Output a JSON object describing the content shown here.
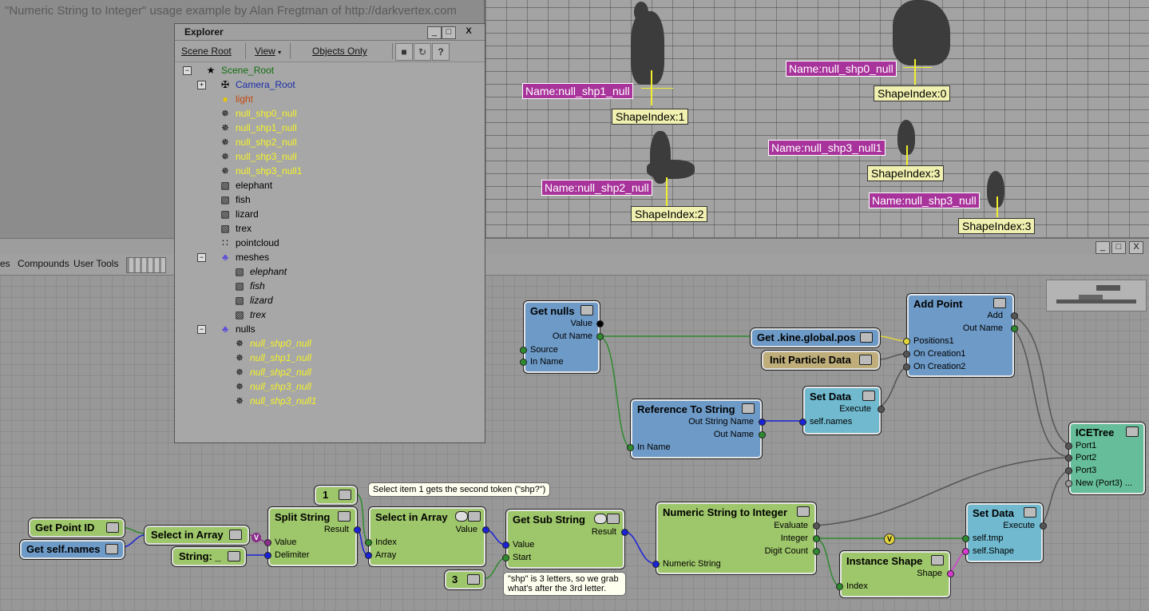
{
  "viewport": {
    "title": "\"Numeric String to Integer\" usage example by Alan Fregtman of http://darkvertex.com",
    "labels": [
      {
        "name": "Name:null_shp1_null",
        "shape": "ShapeIndex:1"
      },
      {
        "name": "Name:null_shp0_null",
        "shape": "ShapeIndex:0"
      },
      {
        "name": "Name:null_shp3_null1",
        "shape": "ShapeIndex:3"
      },
      {
        "name": "Name:null_shp2_null",
        "shape": "ShapeIndex:2"
      },
      {
        "name": "Name:null_shp3_null",
        "shape": "ShapeIndex:3"
      }
    ]
  },
  "toolbar": {
    "items": [
      "es",
      "Compounds",
      "User Tools"
    ],
    "window_buttons": [
      "_",
      "□",
      "X"
    ]
  },
  "explorer": {
    "title": "Explorer",
    "window_buttons": [
      "_",
      "□",
      "X"
    ],
    "scope_button": "Scene Root",
    "view_button": "View",
    "filter_button": "Objects Only",
    "help_icon": "?",
    "tree": [
      {
        "label": "Scene_Root",
        "color": "#0f6e0f",
        "italic": false
      },
      {
        "label": "Camera_Root",
        "color": "#1c2fa8",
        "italic": false
      },
      {
        "label": "light",
        "color": "#c24a10",
        "italic": false
      },
      {
        "label": "null_shp0_null",
        "color": "#f4f22a",
        "italic": false
      },
      {
        "label": "null_shp1_null",
        "color": "#f4f22a",
        "italic": false
      },
      {
        "label": "null_shp2_null",
        "color": "#f4f22a",
        "italic": false
      },
      {
        "label": "null_shp3_null",
        "color": "#f4f22a",
        "italic": false
      },
      {
        "label": "null_shp3_null1",
        "color": "#f4f22a",
        "italic": false
      },
      {
        "label": "elephant",
        "color": "#000000",
        "italic": false
      },
      {
        "label": "fish",
        "color": "#000000",
        "italic": false
      },
      {
        "label": "lizard",
        "color": "#000000",
        "italic": false
      },
      {
        "label": "trex",
        "color": "#000000",
        "italic": false
      },
      {
        "label": "pointcloud",
        "color": "#000000",
        "italic": false
      },
      {
        "label": "meshes",
        "color": "#000000",
        "italic": false
      },
      {
        "label": "elephant",
        "color": "#000000",
        "italic": true
      },
      {
        "label": "fish",
        "color": "#000000",
        "italic": true
      },
      {
        "label": "lizard",
        "color": "#000000",
        "italic": true
      },
      {
        "label": "trex",
        "color": "#000000",
        "italic": true
      },
      {
        "label": "nulls",
        "color": "#000000",
        "italic": false
      },
      {
        "label": "null_shp0_null",
        "color": "#f4f22a",
        "italic": true
      },
      {
        "label": "null_shp1_null",
        "color": "#f4f22a",
        "italic": true
      },
      {
        "label": "null_shp2_null",
        "color": "#f4f22a",
        "italic": true
      },
      {
        "label": "null_shp3_null",
        "color": "#f4f22a",
        "italic": true
      },
      {
        "label": "null_shp3_null1",
        "color": "#f4f22a",
        "italic": true
      }
    ]
  },
  "graph": {
    "get_nulls": {
      "title": "Get nulls",
      "ports": [
        "Value",
        "Out Name",
        "Source",
        "In Name"
      ]
    },
    "add_point": {
      "title": "Add Point",
      "ports": [
        "Add",
        "Out Name",
        "Positions1",
        "On Creation1",
        "On Creation2"
      ]
    },
    "get_kine": {
      "title": "Get .kine.global.pos"
    },
    "init_particle": {
      "title": "Init Particle Data"
    },
    "set_data_1": {
      "title": "Set Data",
      "ports": [
        "Execute",
        "self.names"
      ]
    },
    "ref_to_string": {
      "title": "Reference To String",
      "ports": [
        "Out String Name",
        "Out Name",
        "In Name"
      ]
    },
    "icetree": {
      "title": "ICETree",
      "ports": [
        "Port1",
        "Port2",
        "Port3",
        "New (Port3) ..."
      ]
    },
    "get_point_id": {
      "title": "Get Point ID"
    },
    "get_self_names": {
      "title": "Get self.names"
    },
    "select_in_array_1": {
      "title": "Select in Array"
    },
    "string_const": {
      "title": "String: _"
    },
    "split_string": {
      "title": "Split String",
      "ports": [
        "Result",
        "Value",
        "Delimiter"
      ]
    },
    "const_1": {
      "value": "1"
    },
    "const_3": {
      "value": "3"
    },
    "select_in_array_2": {
      "title": "Select in Array",
      "ports": [
        "Value",
        "Index",
        "Array"
      ]
    },
    "get_sub_string": {
      "title": "Get Sub String",
      "ports": [
        "Result",
        "Value",
        "Start"
      ]
    },
    "numeric_to_int": {
      "title": "Numeric String to Integer",
      "ports": [
        "Evaluate",
        "Integer",
        "Digit Count",
        "Numeric String"
      ]
    },
    "instance_shape": {
      "title": "Instance Shape",
      "ports": [
        "Shape",
        "Index"
      ]
    },
    "set_data_2": {
      "title": "Set Data",
      "ports": [
        "Execute",
        "self.tmp",
        "self.Shape"
      ]
    },
    "comment_1": "Select item 1 gets the second token (\"shp?\")",
    "comment_2": "\"shp\" is 3 letters, so we grab what's after the 3rd letter.",
    "v_badge": "V"
  }
}
